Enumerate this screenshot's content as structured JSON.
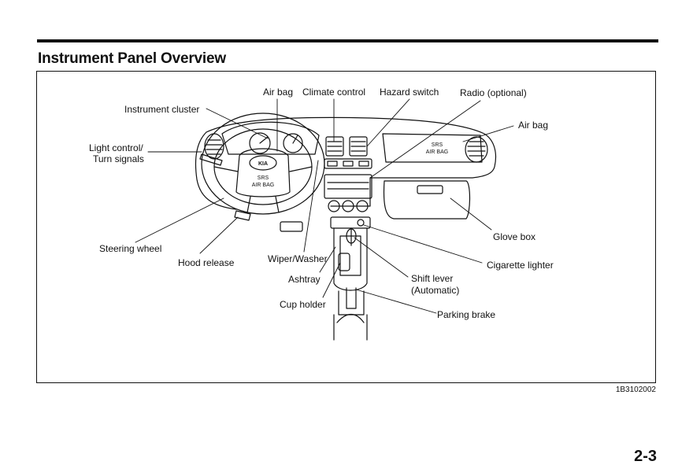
{
  "page": {
    "title": "Instrument Panel Overview",
    "figure_code": "1B3102002",
    "page_number": "2-3"
  },
  "labels": {
    "air_bag_driver": "Air bag",
    "climate_control": "Climate control",
    "hazard_switch": "Hazard switch",
    "radio": "Radio (optional)",
    "air_bag_passenger": "Air bag",
    "instrument_cluster": "Instrument cluster",
    "light_control_1": "Light control/",
    "light_control_2": "Turn signals",
    "steering_wheel": "Steering wheel",
    "hood_release": "Hood release",
    "wiper_washer": "Wiper/Washer",
    "ashtray": "Ashtray",
    "cup_holder": "Cup holder",
    "glove_box": "Glove box",
    "cigarette_lighter": "Cigarette lighter",
    "shift_lever_1": "Shift lever",
    "shift_lever_2": "(Automatic)",
    "parking_brake": "Parking brake"
  },
  "illustration": {
    "wheel_badge": "KIA",
    "wheel_srs_1": "SRS",
    "wheel_srs_2": "AIR BAG",
    "dash_srs_1": "SRS",
    "dash_srs_2": "AIR BAG"
  }
}
